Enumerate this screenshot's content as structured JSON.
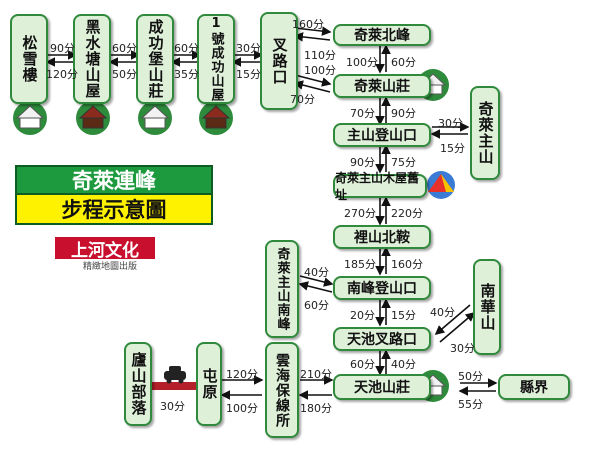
{
  "title": {
    "line1": "奇萊連峰",
    "line2": "步程示意圖"
  },
  "publisher": {
    "name": "上河文化",
    "tagline": "精緻地圖出版"
  },
  "nodes": {
    "songxue": "松雪樓",
    "heishui": "黑水塘山屋",
    "chenggong": "成功堡山莊",
    "hut1": "1號成功山屋",
    "chalu": "叉路口",
    "north_peak": "奇萊北峰",
    "qilai_lodge": "奇萊山莊",
    "zhushan_trailhead": "主山登山口",
    "main_peak": "奇萊主山",
    "old_site": "奇萊主山木屋舊址",
    "lishan_saddle": "裡山北鞍",
    "nanfeng_trailhead": "南峰登山口",
    "south_peak": "奇萊主山南峰",
    "nanhua": "南華山",
    "tianchi_junction": "天池叉路口",
    "tianchi_lodge": "天池山莊",
    "county_line": "縣界",
    "yunhai": "雲海保線所",
    "tunyuan": "屯原",
    "lushan": "廬山部落"
  },
  "times": {
    "songxue_heishui_fwd": "90分",
    "songxue_heishui_back": "120分",
    "heishui_cheng_fwd": "60分",
    "heishui_cheng_back": "50分",
    "cheng_hut1_fwd": "60分",
    "cheng_hut1_back": "35分",
    "hut1_chalu_fwd": "30分",
    "hut1_chalu_back": "15分",
    "chalu_north_a": "160分",
    "chalu_north_b": "110分",
    "chalu_lodge_a": "100分",
    "chalu_lodge_b": "70分",
    "north_lodge_down": "100分",
    "north_lodge_up": "60分",
    "lodge_zhu_down": "70分",
    "lodge_zhu_up": "90分",
    "zhu_main_a": "30分",
    "zhu_main_b": "15分",
    "zhu_old_down": "90分",
    "zhu_old_up": "75分",
    "old_lishan_down": "270分",
    "old_lishan_up": "220分",
    "lishan_nanfeng_down": "185分",
    "lishan_nanfeng_up": "160分",
    "south_nanfeng_a": "40分",
    "south_nanfeng_b": "60分",
    "nanfeng_tianchi_j_down": "20分",
    "nanfeng_tianchi_j_up": "15分",
    "nanhua_j_a": "40分",
    "nanhua_j_b": "30分",
    "j_lodge_down": "60分",
    "j_lodge_up": "40分",
    "lodge_county_a": "50分",
    "lodge_county_b": "55分",
    "yunhai_lodge_a": "210分",
    "yunhai_lodge_b": "180分",
    "tunyuan_yunhai_a": "120分",
    "tunyuan_yunhai_b": "100分",
    "lushan_tunyuan": "30分"
  }
}
